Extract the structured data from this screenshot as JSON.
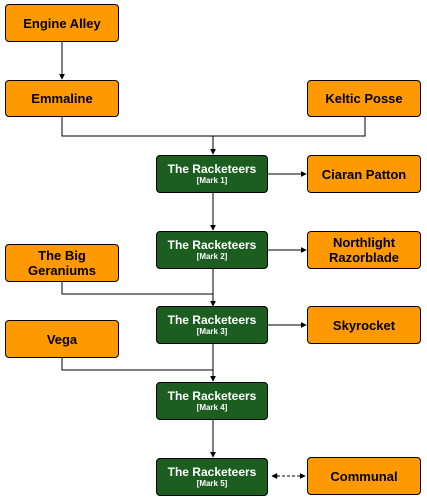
{
  "nodes": {
    "engine_alley": {
      "label": "Engine Alley"
    },
    "emmaline": {
      "label": "Emmaline"
    },
    "keltic_posse": {
      "label": "Keltic Posse"
    },
    "racketeers_1": {
      "label": "The Racketeers",
      "sub": "[Mark 1]"
    },
    "ciaran_patton": {
      "label": "Ciaran Patton"
    },
    "the_big_geraniums": {
      "label": "The Big Geraniums"
    },
    "racketeers_2": {
      "label": "The Racketeers",
      "sub": "[Mark 2]"
    },
    "northlight_razorblade": {
      "label": "Northlight Razorblade"
    },
    "vega": {
      "label": "Vega"
    },
    "racketeers_3": {
      "label": "The Racketeers",
      "sub": "[Mark 3]"
    },
    "skyrocket": {
      "label": "Skyrocket"
    },
    "racketeers_4": {
      "label": "The Racketeers",
      "sub": "[Mark 4]"
    },
    "racketeers_5": {
      "label": "The Racketeers",
      "sub": "[Mark 5]"
    },
    "communal": {
      "label": "Communal"
    }
  },
  "colors": {
    "orange_fill": "#ff9900",
    "green_fill": "#1b5e20",
    "line": "#000000"
  }
}
